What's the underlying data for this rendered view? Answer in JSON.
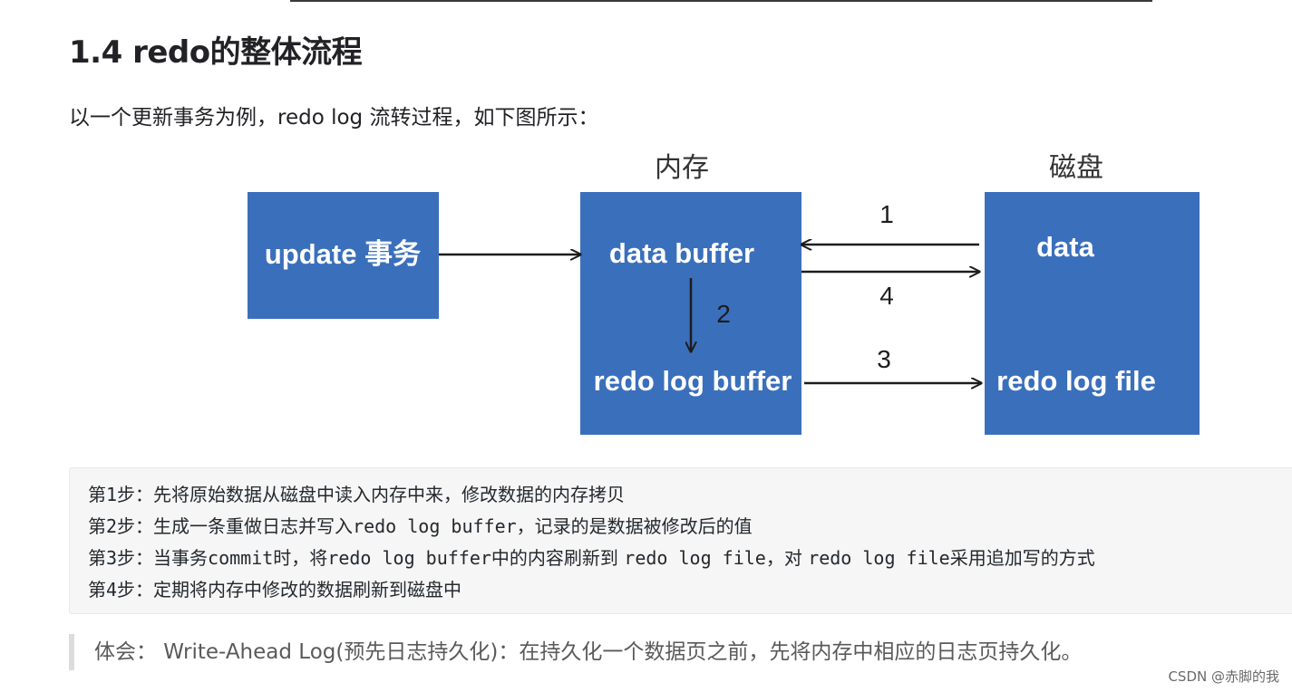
{
  "heading": "1.4 redo的整体流程",
  "intro": "以一个更新事务为例，redo log 流转过程，如下图所示：",
  "diagram": {
    "memory_label": "内存",
    "disk_label": "磁盘",
    "update_box": "update 事务",
    "data_buffer": "data buffer",
    "redo_log_buffer": "redo log buffer",
    "data": "data",
    "redo_log_file": "redo log file",
    "step1": "1",
    "step2": "2",
    "step3": "3",
    "step4": "4",
    "box_color": "#3a6fbc"
  },
  "steps": [
    {
      "prefix": "第",
      "num": "1",
      "rest": "步：先将原始数据从磁盘中读入内存中来，修改数据的内存拷贝"
    },
    {
      "prefix": "第",
      "num": "2",
      "rest": "步：生成一条重做日志并写入",
      "code": "redo log buffer",
      "tail": "，记录的是数据被修改后的值"
    },
    {
      "prefix": "第",
      "num": "3",
      "rest": "步：当事务",
      "code": "commit",
      "mid": "时，将",
      "code2": "redo log buffer",
      "mid2": "中的内容刷新到 ",
      "code3": "redo log file",
      "mid3": "，对 ",
      "code4": "redo log file",
      "tail": "采用追加写的方式"
    },
    {
      "prefix": "第",
      "num": "4",
      "rest": "步：定期将内存中修改的数据刷新到磁盘中"
    }
  ],
  "quote": "体会： Write-Ahead Log(预先日志持久化)：在持久化一个数据页之前，先将内存中相应的日志页持久化。",
  "watermark": "CSDN @赤脚的我"
}
